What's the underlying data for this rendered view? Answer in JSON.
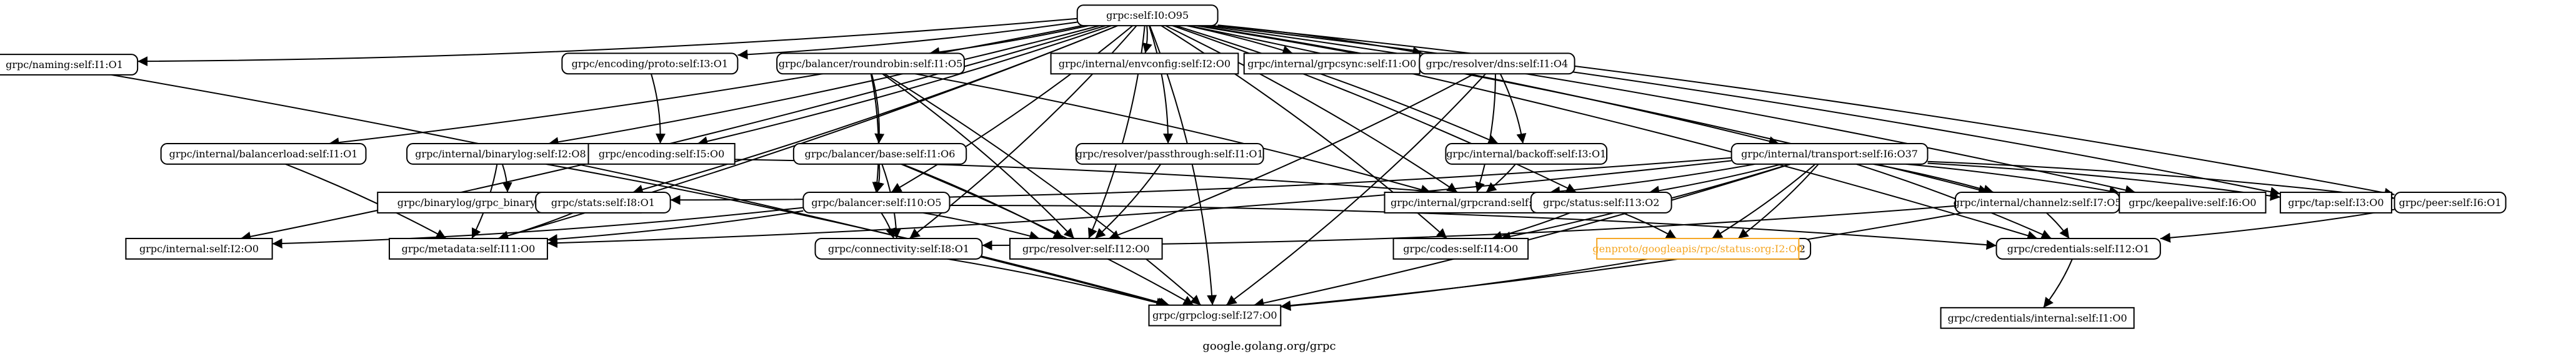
{
  "caption": "google.golang.org/grpc",
  "colors": {
    "line": "#000000",
    "highlight": "#f5a623"
  },
  "nodes": [
    {
      "id": "grpc",
      "label": "grpc:self:I0:O95",
      "rounded": true
    },
    {
      "id": "naming",
      "label": "grpc/naming:self:I1:O1",
      "rounded": true
    },
    {
      "id": "enc_proto",
      "label": "grpc/encoding/proto:self:I3:O1",
      "rounded": true
    },
    {
      "id": "bal_rr",
      "label": "grpc/balancer/roundrobin:self:I1:O5",
      "rounded": true
    },
    {
      "id": "envconfig",
      "label": "grpc/internal/envconfig:self:I2:O0",
      "rounded": false
    },
    {
      "id": "grpcsync",
      "label": "grpc/internal/grpcsync:self:I1:O0",
      "rounded": false
    },
    {
      "id": "res_dns",
      "label": "grpc/resolver/dns:self:I1:O4",
      "rounded": true
    },
    {
      "id": "balload",
      "label": "grpc/internal/balancerload:self:I1:O1",
      "rounded": true
    },
    {
      "id": "binarylog",
      "label": "grpc/internal/binarylog:self:I2:O8",
      "rounded": true
    },
    {
      "id": "encoding",
      "label": "grpc/encoding:self:I5:O0",
      "rounded": false
    },
    {
      "id": "bal_base",
      "label": "grpc/balancer/base:self:I1:O6",
      "rounded": true
    },
    {
      "id": "res_pass",
      "label": "grpc/resolver/passthrough:self:I1:O1",
      "rounded": true
    },
    {
      "id": "backoff",
      "label": "grpc/internal/backoff:self:I3:O1",
      "rounded": true
    },
    {
      "id": "transport",
      "label": "grpc/internal/transport:self:I6:O37",
      "rounded": true
    },
    {
      "id": "binlog_v1",
      "label": "grpc/binarylog/grpc_binarylog_v1:self:I2:O0",
      "rounded": false
    },
    {
      "id": "stats",
      "label": "grpc/stats:self:I8:O1",
      "rounded": true
    },
    {
      "id": "balancer",
      "label": "grpc/balancer:self:I10:O5",
      "rounded": true
    },
    {
      "id": "grpcrand",
      "label": "grpc/internal/grpcrand:self:I5:O0",
      "rounded": false
    },
    {
      "id": "status",
      "label": "grpc/status:self:I13:O2",
      "rounded": true
    },
    {
      "id": "channelz",
      "label": "grpc/internal/channelz:self:I7:O5",
      "rounded": true
    },
    {
      "id": "keepalive",
      "label": "grpc/keepalive:self:I6:O0",
      "rounded": false
    },
    {
      "id": "tap",
      "label": "grpc/tap:self:I3:O0",
      "rounded": false
    },
    {
      "id": "peer",
      "label": "grpc/peer:self:I6:O1",
      "rounded": true
    },
    {
      "id": "internal",
      "label": "grpc/internal:self:I2:O0",
      "rounded": false
    },
    {
      "id": "metadata",
      "label": "grpc/metadata:self:I11:O0",
      "rounded": false
    },
    {
      "id": "connectivity",
      "label": "grpc/connectivity:self:I8:O1",
      "rounded": true
    },
    {
      "id": "resolver",
      "label": "grpc/resolver:self:I12:O0",
      "rounded": false
    },
    {
      "id": "codes",
      "label": "grpc/codes:self:I14:O0",
      "rounded": false
    },
    {
      "id": "syscall",
      "label": "grpc/internal/syscall:self:I1:O2",
      "rounded": true
    },
    {
      "id": "genproto",
      "label": "genproto/googleapis/rpc/status:org:I2:O0",
      "rounded": false,
      "highlight": true
    },
    {
      "id": "credentials",
      "label": "grpc/credentials:self:I12:O1",
      "rounded": true
    },
    {
      "id": "grpclog",
      "label": "grpc/grpclog:self:I27:O0",
      "rounded": false
    },
    {
      "id": "cred_internal",
      "label": "grpc/credentials/internal:self:I1:O0",
      "rounded": false
    }
  ],
  "edges": [
    [
      "grpc",
      "naming"
    ],
    [
      "grpc",
      "enc_proto"
    ],
    [
      "grpc",
      "bal_rr"
    ],
    [
      "grpc",
      "envconfig"
    ],
    [
      "grpc",
      "grpcsync"
    ],
    [
      "grpc",
      "res_dns"
    ],
    [
      "grpc",
      "balload"
    ],
    [
      "grpc",
      "binarylog"
    ],
    [
      "grpc",
      "encoding"
    ],
    [
      "grpc",
      "res_pass"
    ],
    [
      "grpc",
      "backoff"
    ],
    [
      "grpc",
      "transport"
    ],
    [
      "grpc",
      "stats"
    ],
    [
      "grpc",
      "balancer"
    ],
    [
      "grpc",
      "grpcrand"
    ],
    [
      "grpc",
      "status"
    ],
    [
      "grpc",
      "channelz"
    ],
    [
      "grpc",
      "keepalive"
    ],
    [
      "grpc",
      "tap"
    ],
    [
      "grpc",
      "peer"
    ],
    [
      "grpc",
      "internal"
    ],
    [
      "grpc",
      "metadata"
    ],
    [
      "grpc",
      "connectivity"
    ],
    [
      "grpc",
      "resolver"
    ],
    [
      "grpc",
      "codes"
    ],
    [
      "grpc",
      "credentials"
    ],
    [
      "grpc",
      "grpclog"
    ],
    [
      "naming",
      "grpclog"
    ],
    [
      "enc_proto",
      "encoding"
    ],
    [
      "bal_rr",
      "bal_base"
    ],
    [
      "bal_rr",
      "balancer"
    ],
    [
      "bal_rr",
      "grpclog"
    ],
    [
      "bal_rr",
      "grpcrand"
    ],
    [
      "bal_rr",
      "resolver"
    ],
    [
      "res_dns",
      "backoff"
    ],
    [
      "res_dns",
      "grpcrand"
    ],
    [
      "res_dns",
      "grpclog"
    ],
    [
      "res_dns",
      "resolver"
    ],
    [
      "balload",
      "metadata"
    ],
    [
      "binarylog",
      "binlog_v1"
    ],
    [
      "binarylog",
      "metadata"
    ],
    [
      "binarylog",
      "grpclog"
    ],
    [
      "binarylog",
      "status"
    ],
    [
      "bal_base",
      "balancer"
    ],
    [
      "bal_base",
      "connectivity"
    ],
    [
      "bal_base",
      "resolver"
    ],
    [
      "bal_base",
      "grpclog"
    ],
    [
      "res_pass",
      "resolver"
    ],
    [
      "backoff",
      "grpcrand"
    ],
    [
      "transport",
      "stats"
    ],
    [
      "transport",
      "grpcrand"
    ],
    [
      "transport",
      "status"
    ],
    [
      "transport",
      "channelz"
    ],
    [
      "transport",
      "keepalive"
    ],
    [
      "transport",
      "tap"
    ],
    [
      "transport",
      "peer"
    ],
    [
      "transport",
      "metadata"
    ],
    [
      "transport",
      "codes"
    ],
    [
      "transport",
      "syscall"
    ],
    [
      "transport",
      "genproto"
    ],
    [
      "transport",
      "credentials"
    ],
    [
      "transport",
      "grpclog"
    ],
    [
      "stats",
      "metadata"
    ],
    [
      "balancer",
      "internal"
    ],
    [
      "balancer",
      "metadata"
    ],
    [
      "balancer",
      "connectivity"
    ],
    [
      "balancer",
      "resolver"
    ],
    [
      "balancer",
      "credentials"
    ],
    [
      "status",
      "codes"
    ],
    [
      "status",
      "genproto"
    ],
    [
      "channelz",
      "connectivity"
    ],
    [
      "channelz",
      "credentials"
    ],
    [
      "channelz",
      "grpclog"
    ],
    [
      "peer",
      "credentials"
    ],
    [
      "connectivity",
      "grpclog"
    ],
    [
      "syscall",
      "grpclog"
    ],
    [
      "credentials",
      "cred_internal"
    ]
  ]
}
